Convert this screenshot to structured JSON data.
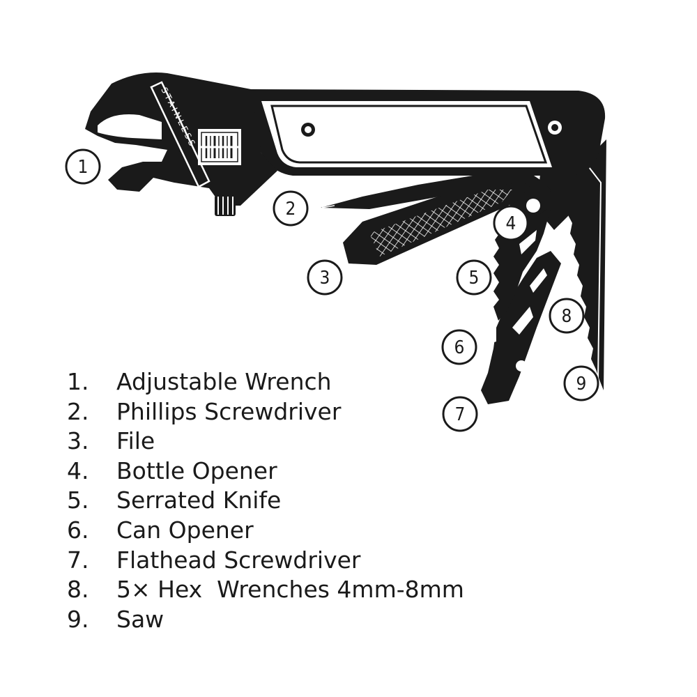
{
  "tool": {
    "engraving": "STAINLESS",
    "ink_color": "#1a1a1a",
    "paper_color": "#ffffff"
  },
  "callouts": [
    "1",
    "2",
    "3",
    "4",
    "5",
    "6",
    "7",
    "8",
    "9"
  ],
  "legend": [
    {
      "num": "1.",
      "label": "Adjustable Wrench"
    },
    {
      "num": "2.",
      "label": "Phillips Screwdriver"
    },
    {
      "num": "3.",
      "label": "File"
    },
    {
      "num": "4.",
      "label": "Bottle Opener"
    },
    {
      "num": "5.",
      "label": "Serrated Knife"
    },
    {
      "num": "6.",
      "label": "Can Opener"
    },
    {
      "num": "7.",
      "label": "Flathead Screwdriver"
    },
    {
      "num": "8.",
      "label": "5× Hex  Wrenches 4mm-8mm"
    },
    {
      "num": "9.",
      "label": "Saw"
    }
  ]
}
